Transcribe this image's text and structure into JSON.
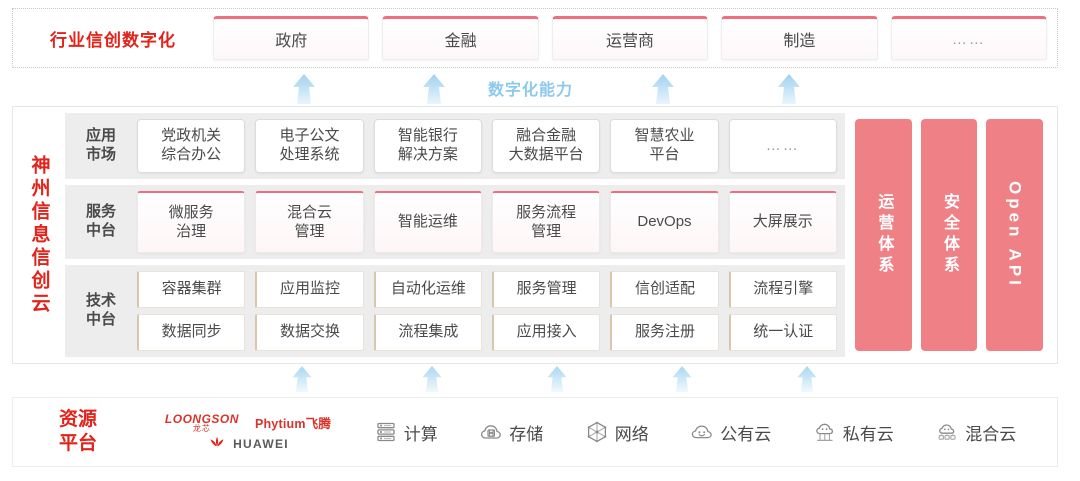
{
  "industry": {
    "title": "行业信创数字化",
    "boxes": [
      {
        "label": "政府"
      },
      {
        "label": "金融"
      },
      {
        "label": "运营商"
      },
      {
        "label": "制造"
      },
      {
        "label": "……"
      }
    ]
  },
  "capability": {
    "label": "数字化能力",
    "arrow_count": 4,
    "arrow_color": "#bfe0f4"
  },
  "cloud": {
    "title": "神州信息信创云",
    "title_color": "#e2231a",
    "rows": [
      {
        "label": "应用\n市场",
        "label_line1": "应用",
        "label_line2": "市场",
        "style": "app",
        "cells": [
          "党政机关\n综合办公",
          "电子公文\n处理系统",
          "智能银行\n解决方案",
          "融合金融\n大数据平台",
          "智慧农业\n平台",
          "……"
        ]
      },
      {
        "label_line1": "服务",
        "label_line2": "中台",
        "style": "svc",
        "cells": [
          "微服务\n治理",
          "混合云\n管理",
          "智能运维",
          "服务流程\n管理",
          "DevOps",
          "大屏展示"
        ]
      },
      {
        "label_line1": "技术",
        "label_line2": "中台",
        "style": "tech",
        "cells_row1": [
          "容器集群",
          "应用监控",
          "自动化运维",
          "服务管理",
          "信创适配",
          "流程引擎"
        ],
        "cells_row2": [
          "数据同步",
          "数据交换",
          "流程集成",
          "应用接入",
          "服务注册",
          "统一认证"
        ]
      }
    ],
    "pillars": [
      {
        "label": "运营体系"
      },
      {
        "label": "安全体系"
      },
      {
        "label": "Open API"
      }
    ],
    "pillar_color": "#ee8086"
  },
  "bottom_arrows": {
    "count": 5,
    "color": "#cfe5f6"
  },
  "resource": {
    "title_line1": "资源",
    "title_line2": "平台",
    "title_color": "#e2231a",
    "logos": [
      {
        "name": "loongson",
        "main": "LOONGSON",
        "sub": "龙芯"
      },
      {
        "name": "phytium",
        "main": "Phytium飞腾"
      },
      {
        "name": "huawei",
        "main": "HUAWEI"
      }
    ],
    "items": [
      {
        "label": "计算",
        "icon": "server-rack-icon"
      },
      {
        "label": "存储",
        "icon": "cloud-storage-icon"
      },
      {
        "label": "网络",
        "icon": "network-node-icon"
      },
      {
        "label": "公有云",
        "icon": "public-cloud-icon"
      },
      {
        "label": "私有云",
        "icon": "private-cloud-icon"
      },
      {
        "label": "混合云",
        "icon": "hybrid-cloud-icon"
      }
    ]
  }
}
